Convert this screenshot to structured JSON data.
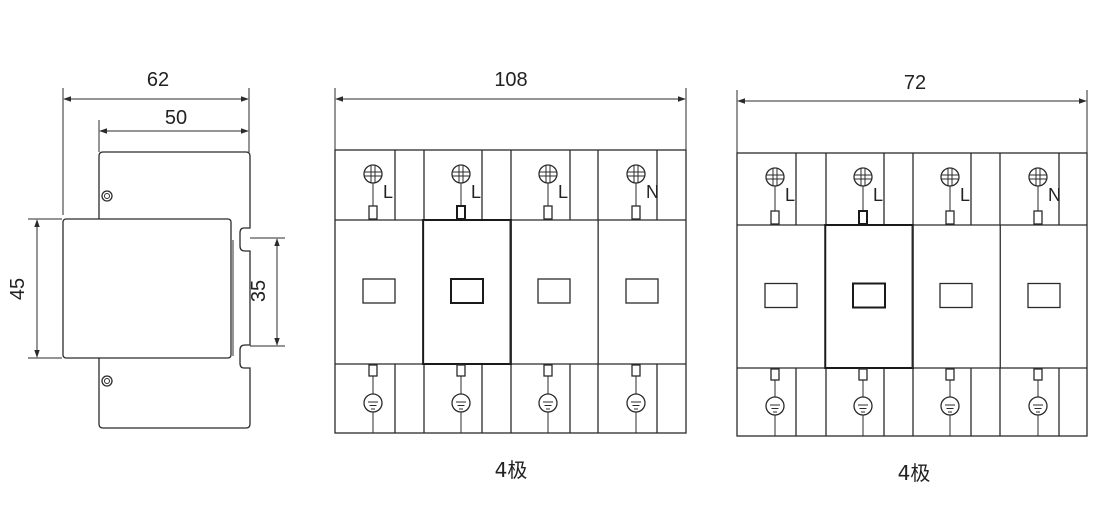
{
  "side_view": {
    "width_total": "62",
    "width_inner": "50",
    "height_total": "45",
    "height_rail": "35"
  },
  "front_view_1": {
    "width": "108",
    "caption": "4极",
    "poles": [
      {
        "top_label": "L"
      },
      {
        "top_label": "L"
      },
      {
        "top_label": "L"
      },
      {
        "top_label": "N"
      }
    ]
  },
  "front_view_2": {
    "width": "72",
    "caption": "4极",
    "poles": [
      {
        "top_label": "L"
      },
      {
        "top_label": "L"
      },
      {
        "top_label": "L"
      },
      {
        "top_label": "N"
      }
    ]
  }
}
